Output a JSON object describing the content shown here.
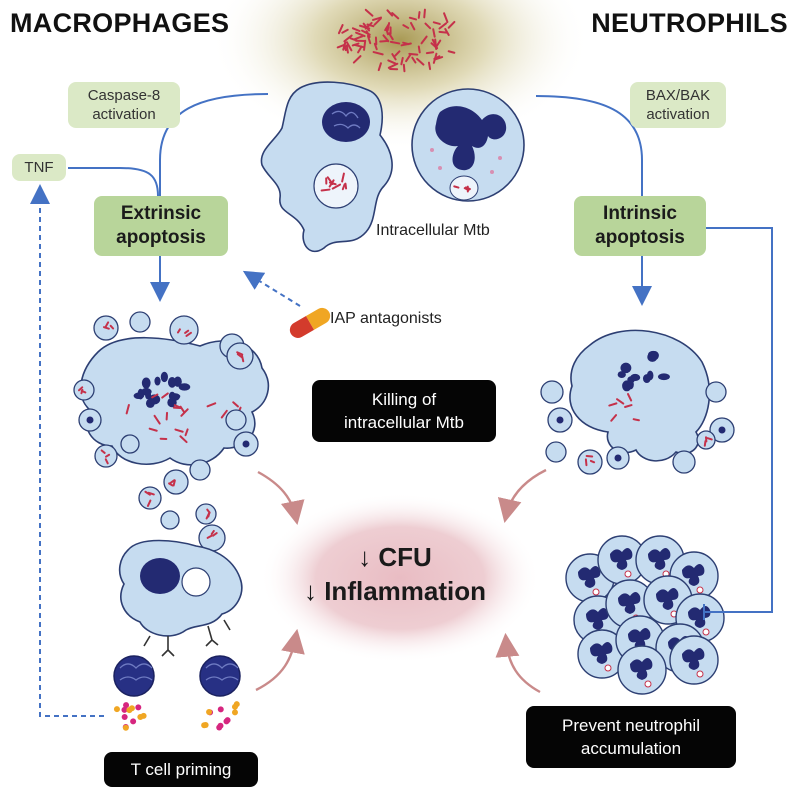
{
  "headers": {
    "left": "MACROPHAGES",
    "right": "NEUTROPHILS"
  },
  "labels": {
    "caspase": [
      "Caspase-8",
      "activation"
    ],
    "baxbak": [
      "BAX/BAK",
      "activation"
    ],
    "tnf": "TNF",
    "extrinsic": [
      "Extrinsic",
      "apoptosis"
    ],
    "intrinsic": [
      "Intrinsic",
      "apoptosis"
    ],
    "intracellular": "Intracellular Mtb",
    "iap": "IAP antagonists",
    "killing": [
      "Killing of",
      "intracellular Mtb"
    ],
    "outcome": [
      "↓ CFU",
      "↓ Inflammation"
    ],
    "tcell": "T cell priming",
    "prevent": [
      "Prevent neutrophil",
      "accumulation"
    ]
  },
  "colors": {
    "cell_fill": "#c6dcf0",
    "cell_stroke": "#2d3f73",
    "nucleus": "#232a72",
    "bacteria": "#c5314a",
    "arrow_blue": "#4472c4",
    "arrow_red": "#c98a8a",
    "apop_box": "#b8d59a",
    "label_box": "#dbe9c6",
    "center_glow": "#c98a92"
  },
  "icons": [
    "pill-icon",
    "bacteria-cluster-icon",
    "neutrophil-icon",
    "macrophage-icon",
    "t-cell-icon"
  ]
}
